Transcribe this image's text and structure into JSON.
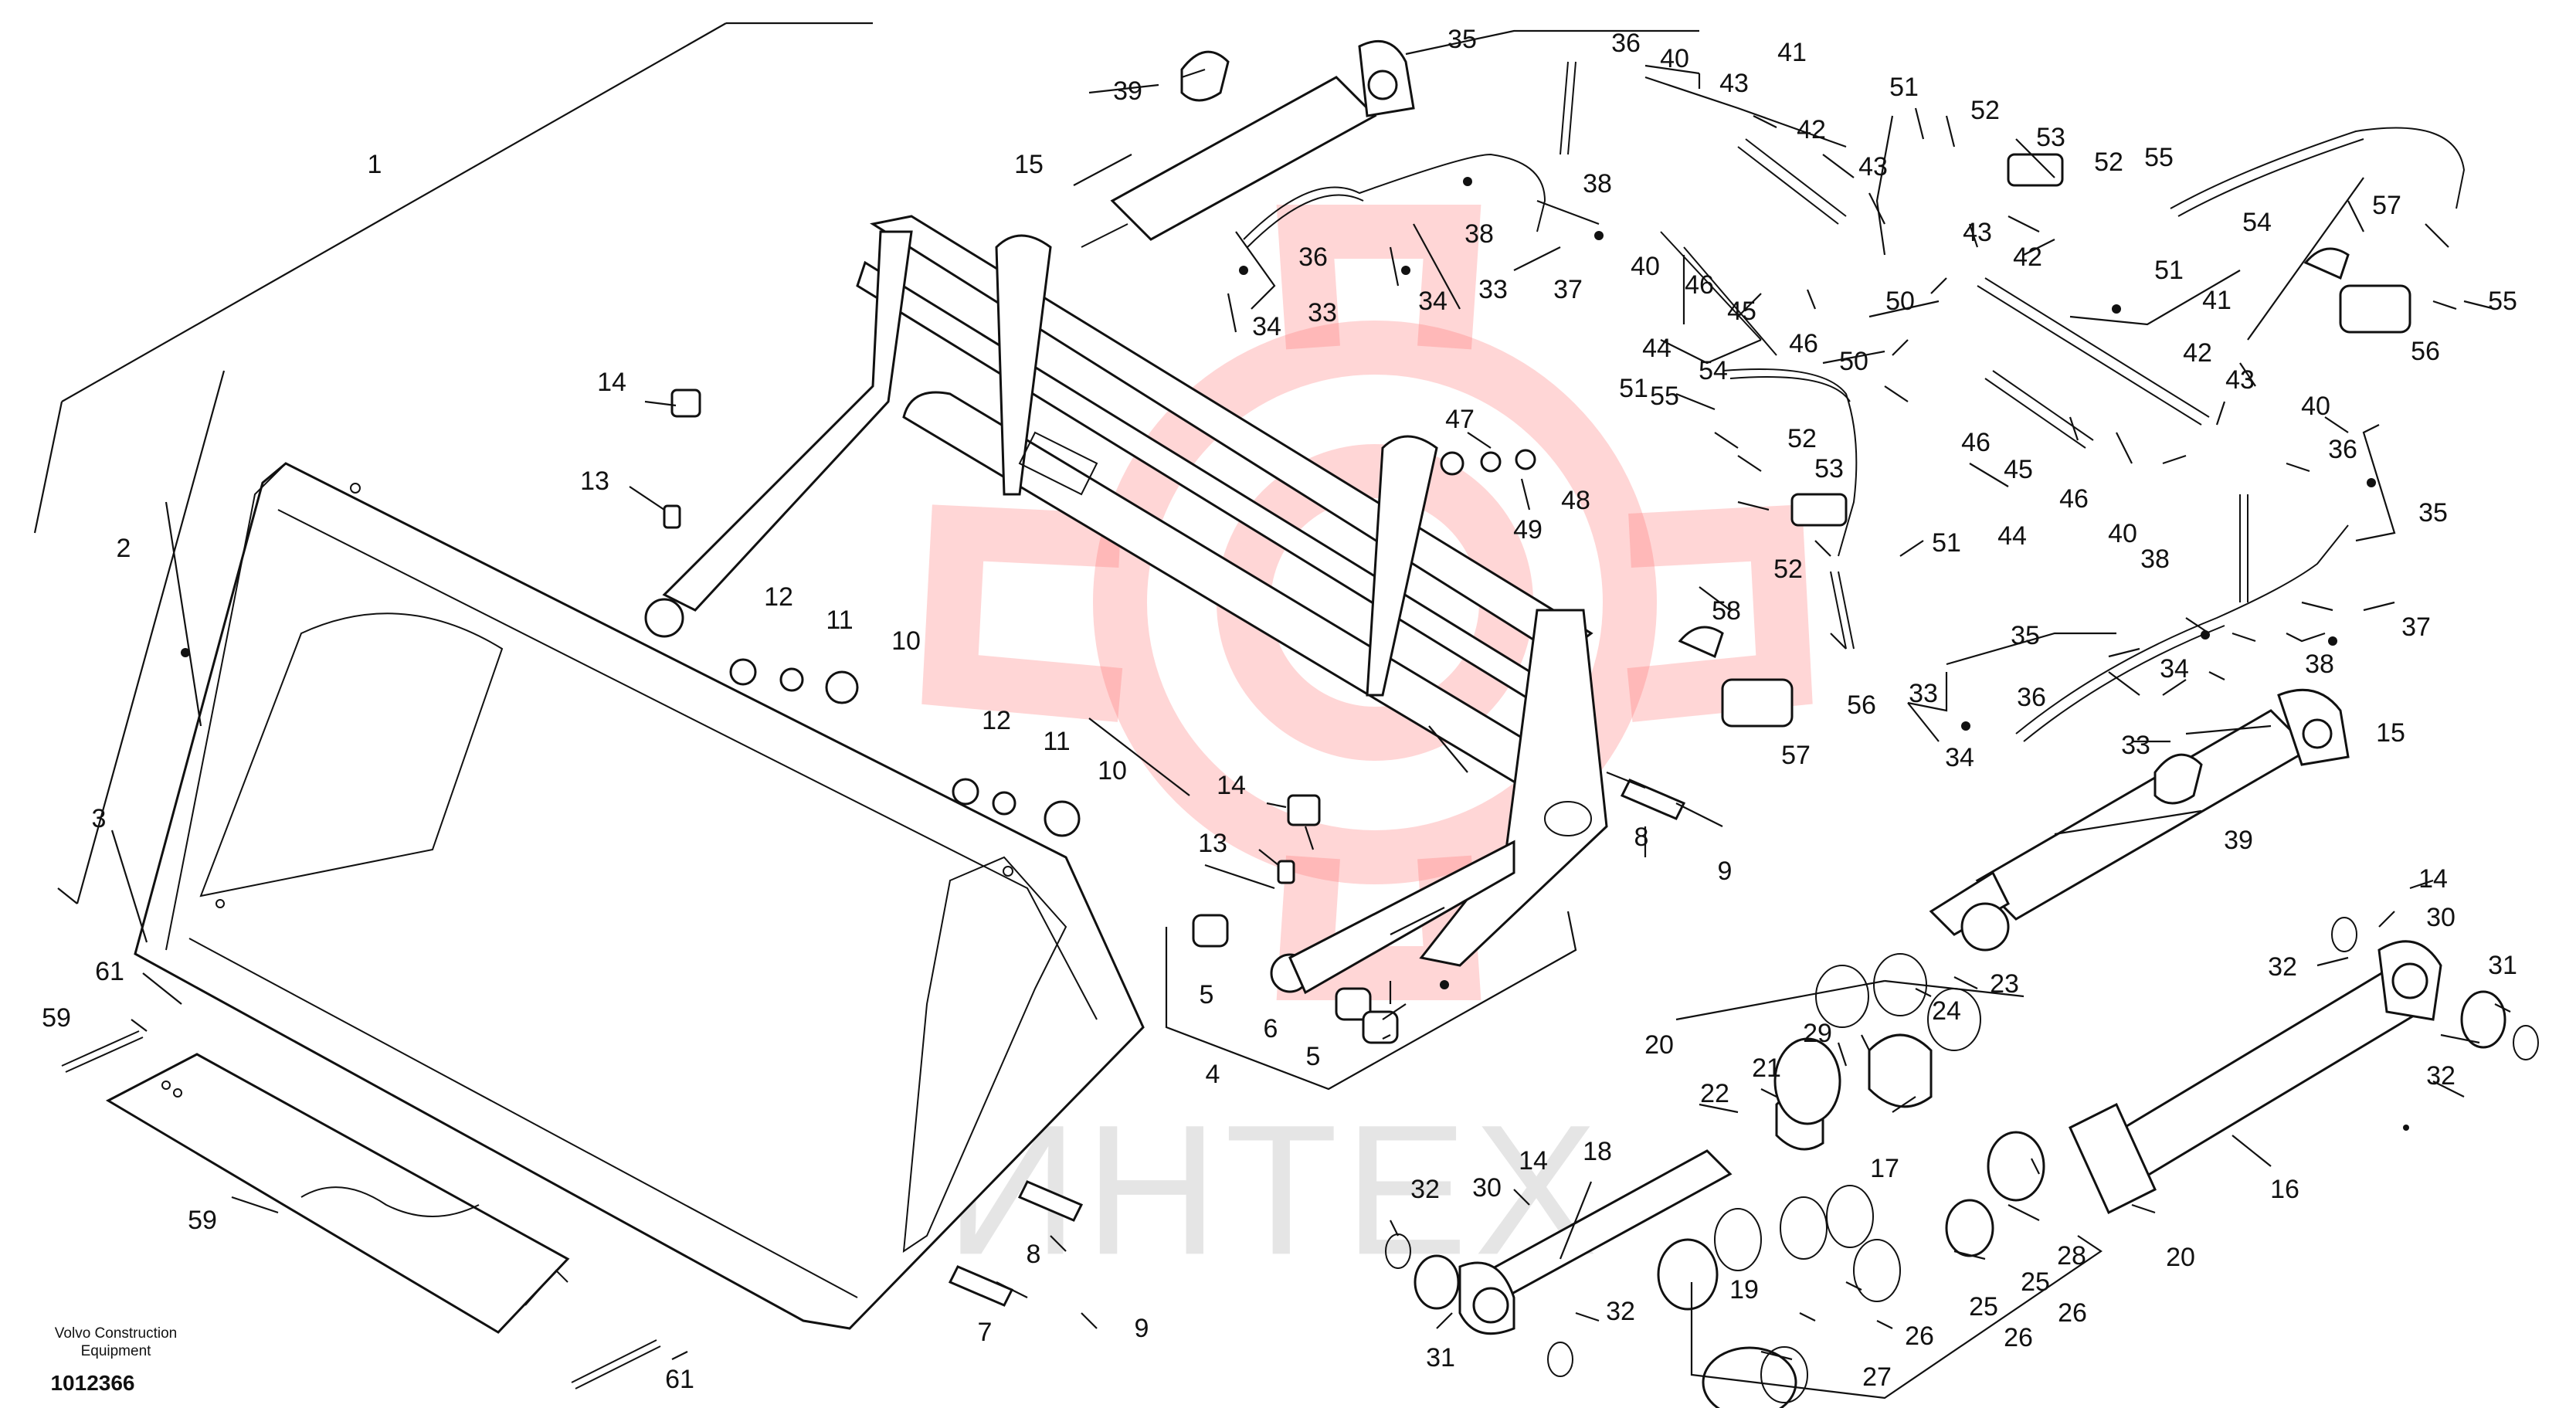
{
  "footer": {
    "brand_line1": "Volvo Construction",
    "brand_line2": "Equipment",
    "drawing_number": "1012366"
  },
  "watermark": {
    "text": "ИНТЕХ",
    "color": "#ff6b6b"
  },
  "labels": [
    "1",
    "2",
    "3",
    "4",
    "5",
    "5",
    "6",
    "7",
    "8",
    "8",
    "9",
    "9",
    "10",
    "10",
    "11",
    "11",
    "12",
    "12",
    "13",
    "13",
    "14",
    "14",
    "14",
    "14",
    "15",
    "15",
    "16",
    "17",
    "18",
    "19",
    "20",
    "20",
    "21",
    "22",
    "23",
    "24",
    "25",
    "25",
    "26",
    "26",
    "26",
    "27",
    "28",
    "29",
    "30",
    "30",
    "31",
    "31",
    "32",
    "32",
    "32",
    "32",
    "33",
    "33",
    "33",
    "33",
    "34",
    "34",
    "34",
    "34",
    "35",
    "35",
    "35",
    "36",
    "36",
    "36",
    "36",
    "37",
    "37",
    "38",
    "38",
    "38",
    "38",
    "39",
    "39",
    "40",
    "40",
    "40",
    "40",
    "41",
    "41",
    "42",
    "42",
    "42",
    "43",
    "43",
    "43",
    "43",
    "44",
    "44",
    "45",
    "45",
    "46",
    "46",
    "46",
    "46",
    "47",
    "48",
    "49",
    "50",
    "50",
    "51",
    "51",
    "51",
    "51",
    "52",
    "52",
    "52",
    "52",
    "53",
    "53",
    "54",
    "54",
    "55",
    "55",
    "55",
    "56",
    "56",
    "57",
    "57",
    "58",
    "59",
    "59",
    "61",
    "61"
  ]
}
